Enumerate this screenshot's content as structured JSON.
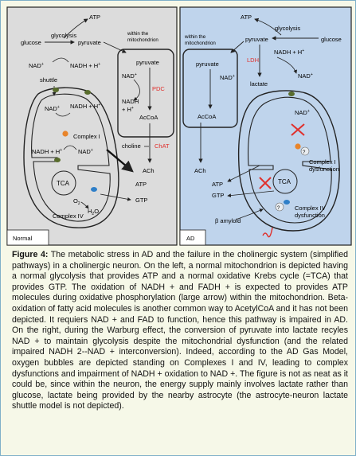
{
  "panels": {
    "left": {
      "label": "Normal",
      "glucose": "glucose",
      "glycolysis": "glycolysis",
      "atp": "ATP",
      "pyruvate": "pyruvate",
      "within_mito": "within the\nmitochondrion",
      "nad1": "NAD",
      "nadh1": "NADH + H",
      "shuttle": "shuttle",
      "nad2": "NAD",
      "nadh2": "NADH + H",
      "complex1": "Complex I",
      "nadh3": "NADH + H",
      "nad3": "NAD",
      "tca": "TCA",
      "o2": "O",
      "h2o": "H",
      "complex4": "Complex IV",
      "inset_pyruvate": "pyruvate",
      "inset_nad": "NAD",
      "inset_pdc": "PDC",
      "inset_nadh": "NADH\n+ H",
      "inset_acoa": "AcCoA",
      "choline": "choline",
      "chat": "ChAT",
      "ach": "ACh",
      "atp2": "ATP",
      "gtp": "GTP"
    },
    "right": {
      "label": "AD",
      "atp": "ATP",
      "glycolysis": "glycolysis",
      "pyruvate": "pyruvate",
      "glucose": "glucose",
      "within_mito": "within the\nmitochondrion",
      "nadh1": "NADH + H",
      "ldh": "LDH",
      "lactate": "lactate",
      "nad1": "NAD",
      "inset_pyruvate": "pyruvate",
      "inset_nad": "NAD",
      "inset_acoa": "AcCoA",
      "ach": "ACh",
      "nad2": "NAD",
      "complex1": "Complex I\ndysfunction",
      "tca": "TCA",
      "atp2": "ATP",
      "gtp": "GTP",
      "complex4": "Complex IV\ndysfunction",
      "amyloid": "β amyloid"
    }
  },
  "caption": {
    "label": "Figure 4:",
    "text": "The metabolic stress in AD and the failure in the cholinergic system (simplified pathways) in a cholinergic neuron. On the left, a normal mitochondrion is depicted having a normal glycolysis that provides ATP and a normal oxidative Krebs cycle (=TCA) that provides GTP. The oxidation of NADH + and FADH + is expected to provides ATP molecules during oxidative phosphorylation (large arrow) within the mitochondrion. Beta-oxidation of fatty acid molecules is another common way to AcetylCoA and it has not been depicted. It requiers NAD + and FAD to function, hence this pathway is impaired in AD. On the right, during the Warburg effect, the conversion of pyruvate into lactate recyles NAD + to maintain glycolysis despite the mitochondrial dysfunction (and the related impaired NADH 2--NAD + interconversion). Indeed, according to the AD Gas Model, oxygen bubbles are depicted standing on Complexes I and IV, leading to complex dysfunctions and impairment of NADH + oxidation to NAD +. The figure is not as neat as it could be, since within the neuron, the energy supply mainly involves lactate rather than glucose, lactate being provided by the nearby astrocyte (the astrocyte-neuron lactate shuttle model is not depicted)."
  },
  "colors": {
    "normal_panel": "#dcdcdc",
    "ad_panel": "#bfd4ec",
    "enzyme_red": "#e0302c",
    "complex_node": "#586c2c",
    "complex1_orange": "#e8842a",
    "complex4_blue": "#2f7fc8"
  }
}
